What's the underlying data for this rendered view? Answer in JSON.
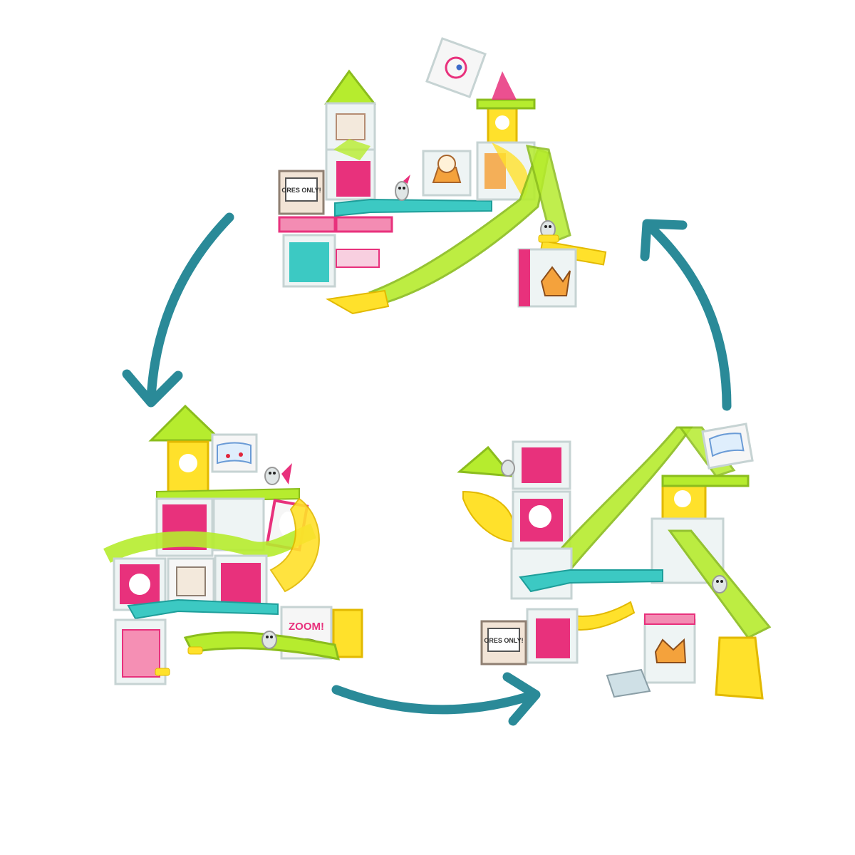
{
  "image": {
    "description_free": true,
    "background": "#ffffff",
    "arrow_color": "#2a8a98",
    "builds": [
      {
        "id": "top"
      },
      {
        "id": "bottom-left"
      },
      {
        "id": "bottom-right"
      }
    ],
    "sign_texts": {
      "top_sign": "ORES ONLY!",
      "zoom_sign": "ZOOM!",
      "right_sign": "ORES ONLY!"
    },
    "palette": {
      "clear_frame": "#d9e6e6",
      "magenta": "#e8317c",
      "teal": "#3cc9c3",
      "lime": "#b6ec2e",
      "yellow": "#ffe12b",
      "orange": "#f4a23c"
    }
  }
}
